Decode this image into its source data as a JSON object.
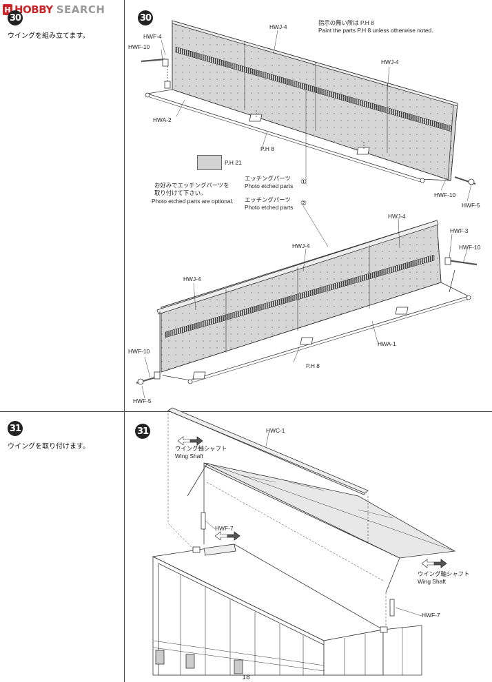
{
  "header": {
    "logo_mark": "H",
    "logo_brand": "HOBBY",
    "logo_search": "SEARCH"
  },
  "steps": [
    {
      "number": "30",
      "description": "ウイングを組み立てます。"
    },
    {
      "number": "31",
      "description": "ウイングを取り付けます。"
    }
  ],
  "step30": {
    "paint_note_jp": "指示の無い所は P.H 8",
    "paint_note_en": "Paint the parts P.H 8 unless otherwise noted.",
    "labels": {
      "hwf4": "HWF-4",
      "hwf10_top": "HWF-10",
      "hwj4_a": "HWJ-4",
      "hwj4_b": "HWJ-4",
      "hwa2": "HWA-2",
      "ph8_a": "P.H 8",
      "ph21": "P.H 21",
      "hwf10_right": "HWF-10",
      "hwf5_right": "HWF-5",
      "hwj4_c": "HWJ-4",
      "hwf3": "HWF-3",
      "hwf10_right2": "HWF-10",
      "hwj4_d": "HWJ-4",
      "hwj4_e": "HWJ-4",
      "hwa1": "HWA-1",
      "ph8_b": "P.H 8",
      "hwf10_left": "HWF-10",
      "hwf5_left": "HWF-5"
    },
    "optional_jp_1": "お好みでエッチングパーツを",
    "optional_jp_2": "取り付けて下さい。",
    "optional_en": "Photo etched parts are optional.",
    "etched_1_jp": "エッチングパーツ",
    "etched_1_en": "Photo etched parts",
    "etched_1_num": "①",
    "etched_2_jp": "エッチングパーツ",
    "etched_2_en": "Photo etched parts",
    "etched_2_num": "②"
  },
  "step31": {
    "labels": {
      "hwc1": "HWC-1",
      "wing_shaft_jp_1": "ウイング軸シャフト",
      "wing_shaft_en_1": "Wing Shaft",
      "hwf7_a": "HWF-7",
      "wing_shaft_jp_2": "ウイング軸シャフト",
      "wing_shaft_en_2": "Wing Shaft",
      "hwf7_b": "HWF-7"
    }
  },
  "footer": {
    "page_number": "18"
  }
}
